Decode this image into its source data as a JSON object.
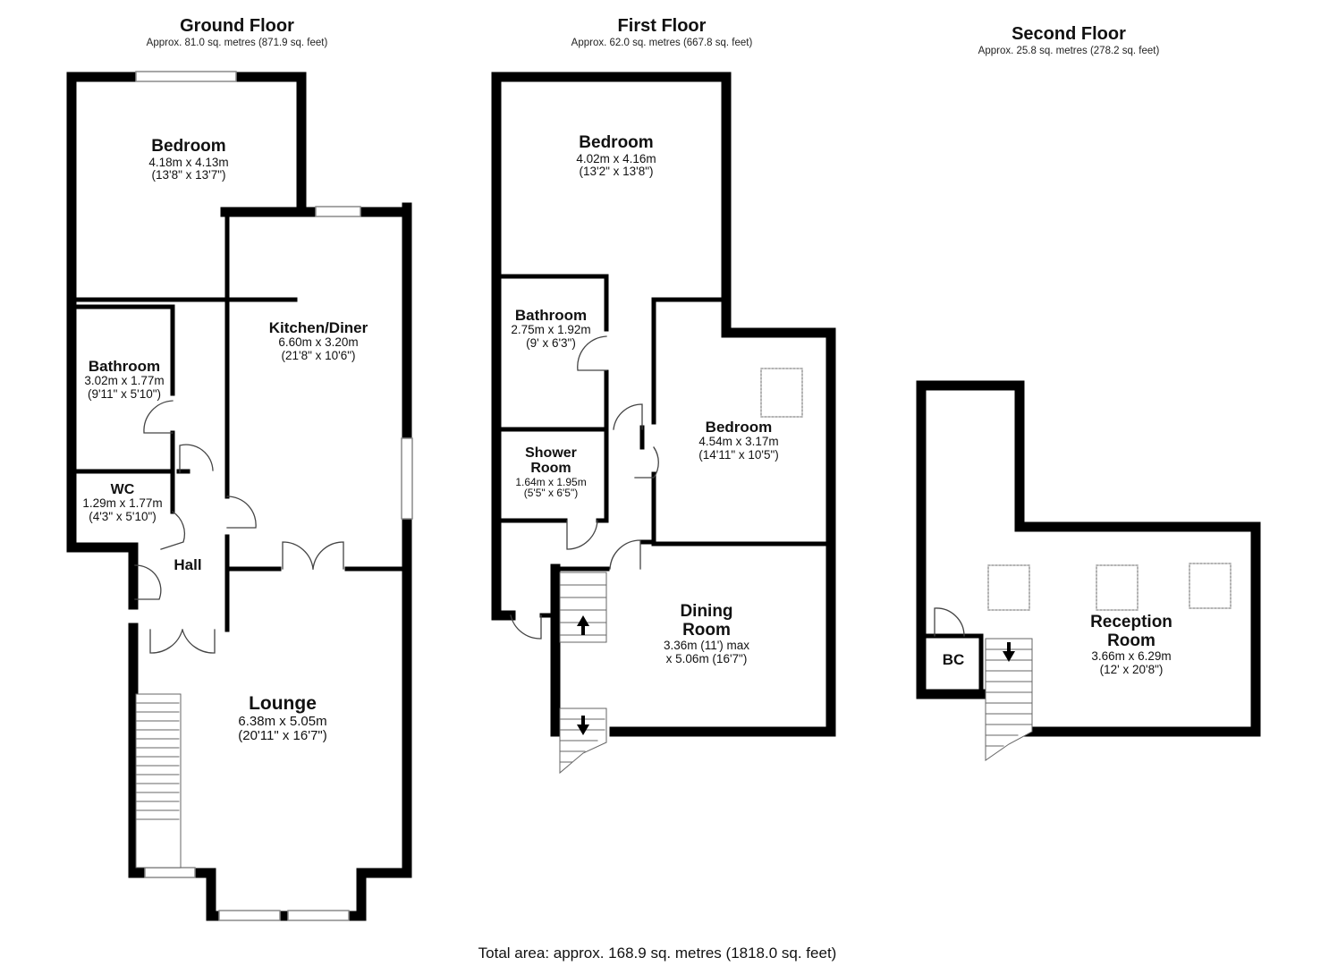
{
  "floors": {
    "ground": {
      "title": "Ground Floor",
      "area": "Approx. 81.0 sq. metres (871.9 sq. feet)"
    },
    "first": {
      "title": "First Floor",
      "area": "Approx. 62.0 sq. metres (667.8 sq. feet)"
    },
    "second": {
      "title": "Second Floor",
      "area": "Approx. 25.8 sq. metres (278.2 sq. feet)"
    }
  },
  "rooms": {
    "g_bedroom": {
      "name": "Bedroom",
      "metric": "4.18m x 4.13m",
      "imperial": "(13'8\" x 13'7\")"
    },
    "g_kitchen": {
      "name": "Kitchen/Diner",
      "metric": "6.60m x 3.20m",
      "imperial": "(21'8\" x 10'6\")"
    },
    "g_bathroom": {
      "name": "Bathroom",
      "metric": "3.02m x 1.77m",
      "imperial": "(9'11\" x 5'10\")"
    },
    "g_wc": {
      "name": "WC",
      "metric": "1.29m x 1.77m",
      "imperial": "(4'3\" x 5'10\")"
    },
    "g_hall": {
      "name": "Hall"
    },
    "g_lounge": {
      "name": "Lounge",
      "metric": "6.38m x 5.05m",
      "imperial": "(20'11\" x 16'7\")"
    },
    "f_bedroom1": {
      "name": "Bedroom",
      "metric": "4.02m x 4.16m",
      "imperial": "(13'2\" x 13'8\")"
    },
    "f_bathroom": {
      "name": "Bathroom",
      "metric": "2.75m x 1.92m",
      "imperial": "(9' x 6'3\")"
    },
    "f_bedroom2": {
      "name": "Bedroom",
      "metric": "4.54m x 3.17m",
      "imperial": "(14'11\" x 10'5\")"
    },
    "f_shower": {
      "name1": "Shower",
      "name2": "Room",
      "metric": "1.64m x 1.95m",
      "imperial": "(5'5\" x 6'5\")"
    },
    "f_dining": {
      "name1": "Dining",
      "name2": "Room",
      "line1": "3.36m (11') max",
      "line2": "x 5.06m (16'7\")"
    },
    "s_reception": {
      "name1": "Reception",
      "name2": "Room",
      "metric": "3.66m x 6.29m",
      "imperial": "(12' x 20'8\")"
    },
    "s_bc": {
      "name": "BC"
    }
  },
  "total_area": "Total area: approx. 168.9 sq. metres (1818.0 sq. feet)",
  "colors": {
    "wall": "#000000",
    "window": "#8a8a8a",
    "door": "#444444"
  }
}
